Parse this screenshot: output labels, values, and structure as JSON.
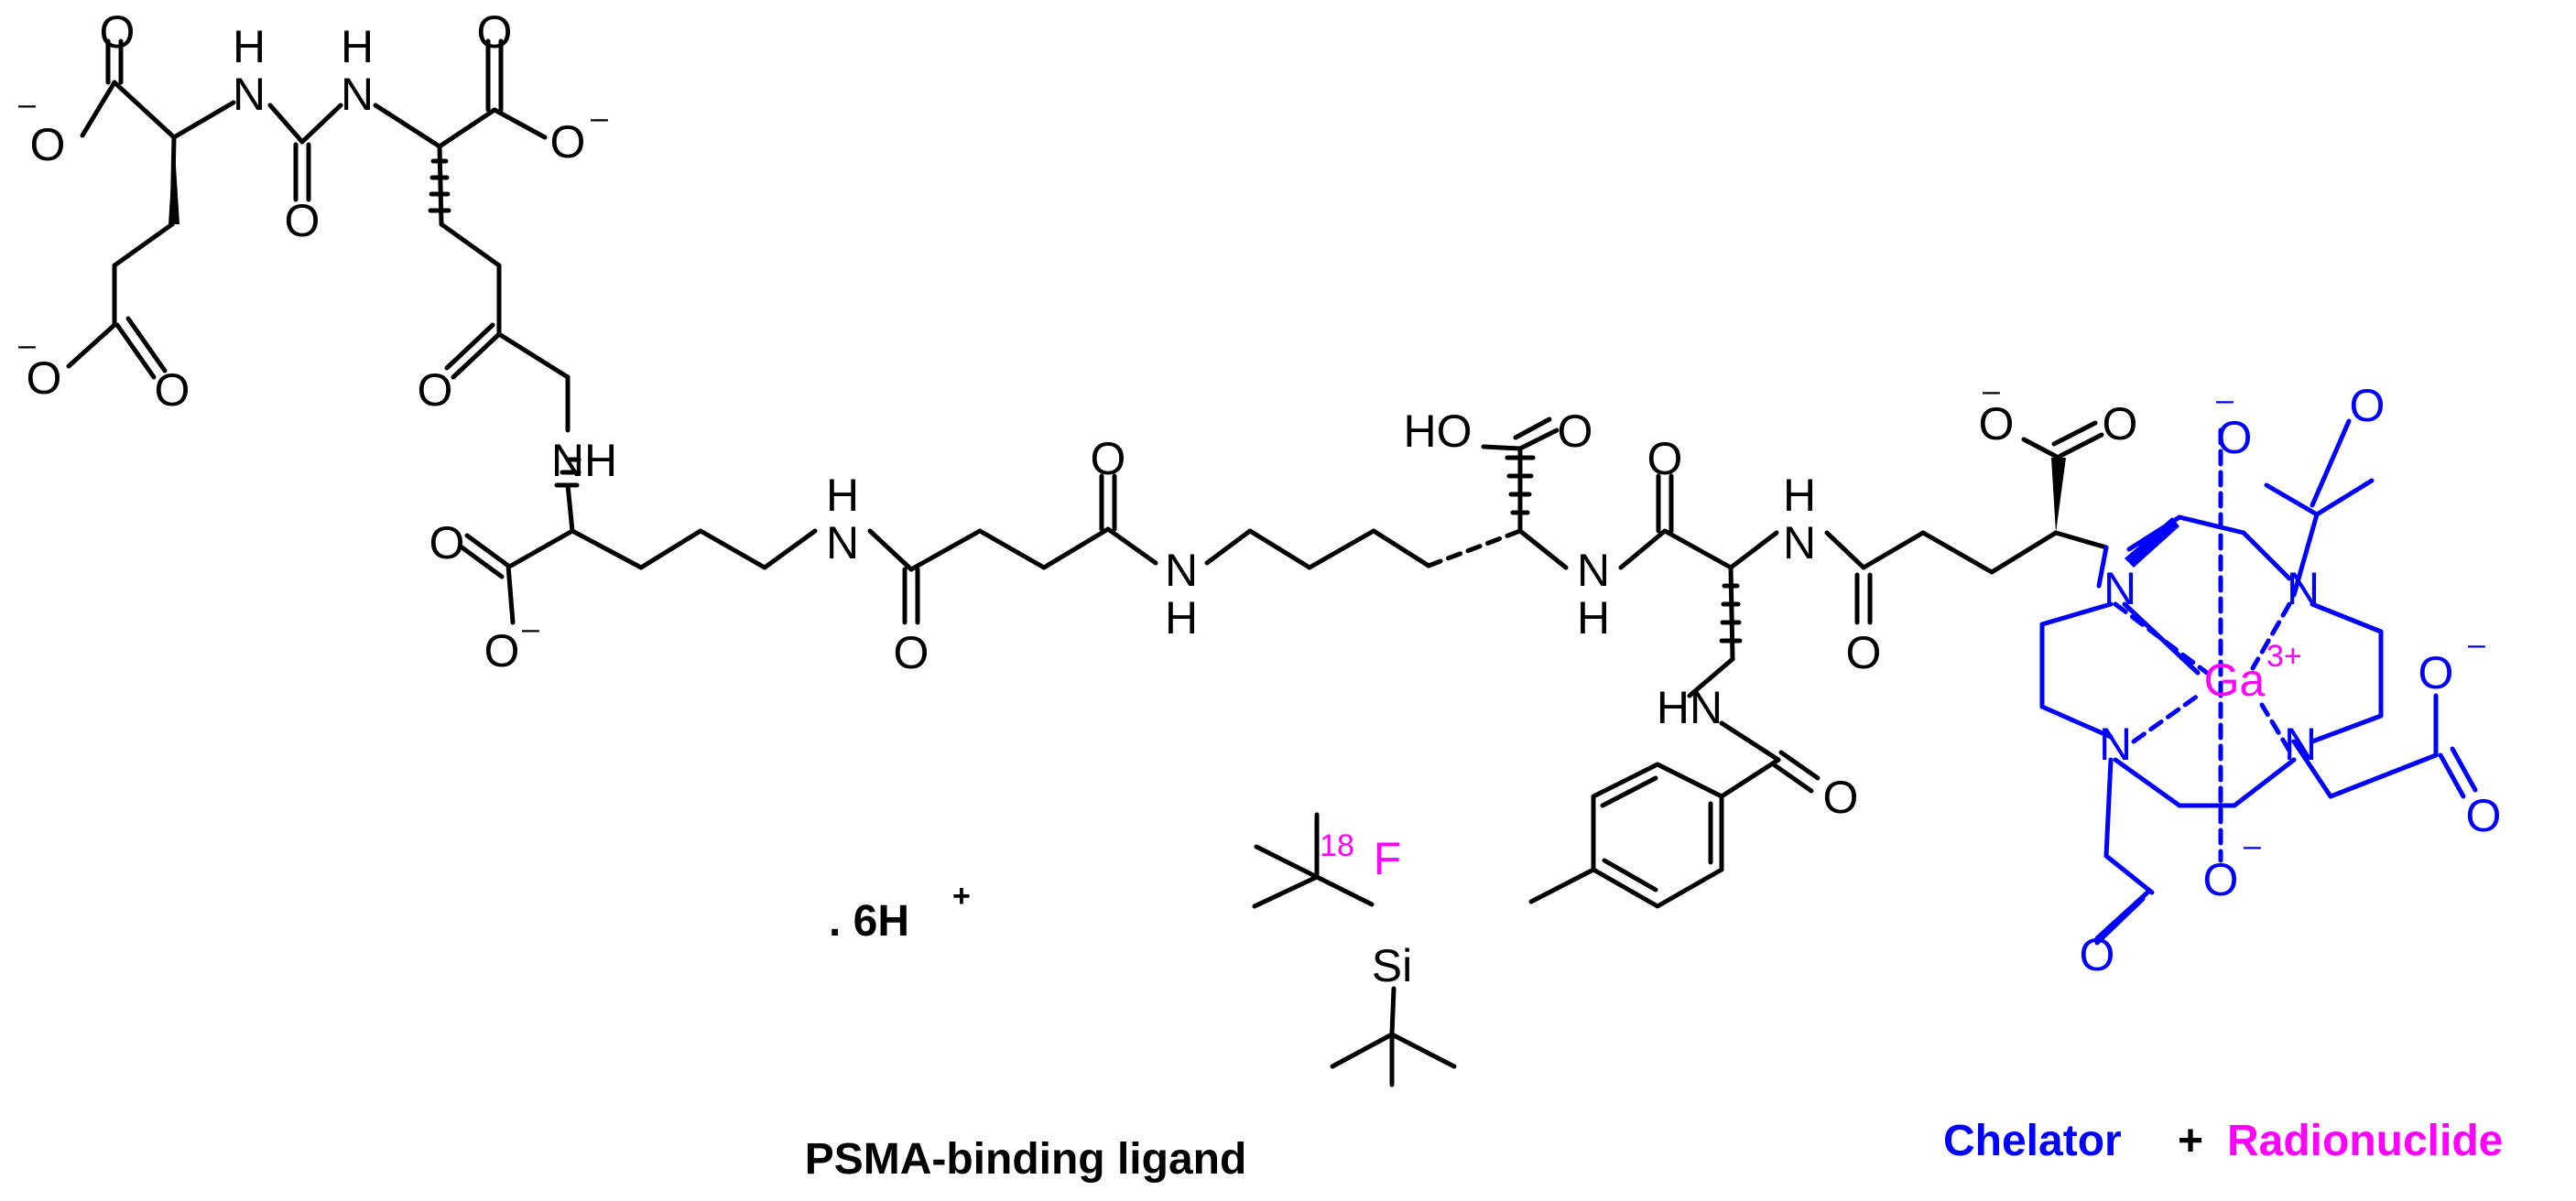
{
  "labels": {
    "ligand": "PSMA-binding ligand",
    "chelator": "Chelator",
    "plus": "+",
    "radionuclide": "Radionuclide",
    "proton_count": ". 6H",
    "proton_charge": "+"
  },
  "atoms": {
    "O": "O",
    "N": "N",
    "NH": "NH",
    "H": "H",
    "HN": "HN",
    "HO": "HO",
    "Si": "Si",
    "F": "F",
    "isotope_mass": "18",
    "Ga": "Ga",
    "ga_charge": "3+",
    "minus": "–"
  },
  "colors": {
    "structure": "#000000",
    "chelator": "#0000ff",
    "radionuclide": "#ff00ff"
  }
}
